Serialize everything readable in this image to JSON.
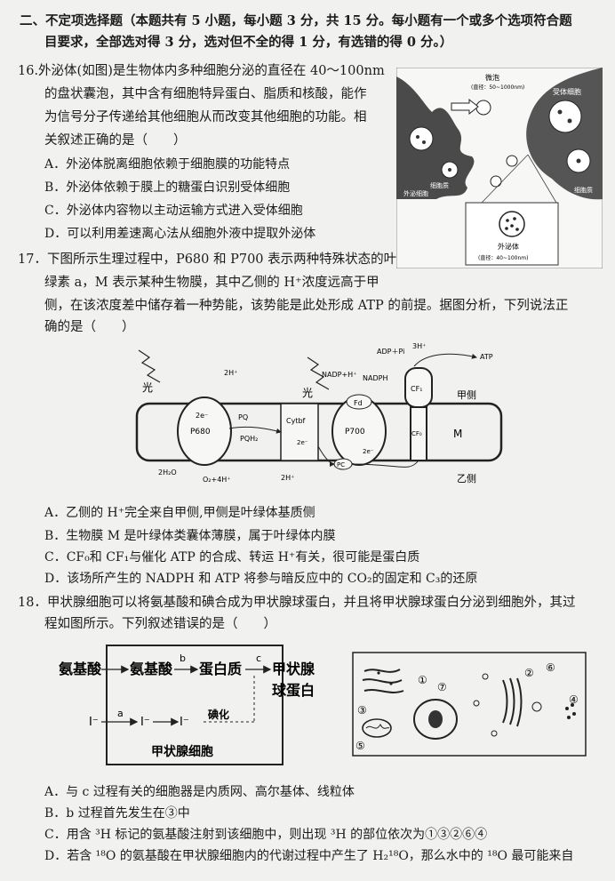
{
  "section": {
    "line1": "二、不定项选择题（本题共有 5 小题，每小题 3 分，共 15 分。每小题有一个或多个选项符合题",
    "line2": "目要求，全部选对得 3 分，选对但不全的得 1 分，有选错的得 0 分。）"
  },
  "q16": {
    "lines": [
      "16.外泌体(如图)是生物体内多种细胞分泌的直径在 40～100nm",
      "的盘状囊泡，其中含有细胞特异蛋白、脂质和核酸，能作",
      "为信号分子传递给其他细胞从而改变其他细胞的功能。相",
      "关叙述正确的是（　　）"
    ],
    "options": [
      "A．外泌体脱离细胞依赖于细胞膜的功能特点",
      "B．外泌体依赖于膜上的糖蛋白识别受体细胞",
      "C．外泌体内容物以主动运输方式进入受体细胞",
      "D．可以利用差速离心法从细胞外液中提取外泌体"
    ],
    "figure": {
      "vesicle_label": "微泡",
      "vesicle_size": "(直径：50~1000nm)",
      "receptor_label": "受体细胞",
      "cytoplasm_label": "细胞质",
      "cytoplasm_label2": "细胞质",
      "secreting_label": "外泌细胞",
      "exosome_label": "外泌体",
      "exosome_size": "(直径：40~100nm)"
    }
  },
  "q17": {
    "lines": [
      "17．下图所示生理过程中，P680 和 P700 表示两种特殊状态的叶",
      "绿素 a，M 表示某种生物膜，其中乙侧的 H⁺浓度远高于甲",
      "侧，在该浓度差中储存着一种势能，该势能是此处形成 ATP 的前提。据图分析，下列说法正",
      "确的是（　　）"
    ],
    "options": [
      "A．乙侧的 H⁺完全来自甲侧,甲侧是叶绿体基质侧",
      "B．生物膜 M 是叶绿体类囊体薄膜，属于叶绿体内膜",
      "C．CF₀和 CF₁与催化 ATP 的合成、转运 H⁺有关，很可能是蛋白质",
      "D．该场所产生的 NADPH 和 ATP 将参与暗反应中的 CO₂的固定和 C₃的还原"
    ],
    "figure": {
      "light1": "光",
      "light2": "光",
      "h2": "2H⁺",
      "e1": "2e⁻",
      "p680": "P680",
      "po": "PQ",
      "poh": "PQH₂",
      "cytbf": "Cytbf",
      "e2": "2e⁻",
      "nadp": "NADP+H⁺",
      "nadph": "NADPH",
      "fd": "Fd",
      "p700": "P700",
      "e3": "2e⁻",
      "pc": "PC",
      "adp": "ADP＋Pi",
      "h3": "3H⁺",
      "atp": "ATP",
      "cf1": "CF₁",
      "cf0": "CF₀",
      "jia": "甲侧",
      "m": "M",
      "yi": "乙侧",
      "h2o": "2H₂O",
      "o2": "O₂+4H⁺",
      "h2b": "2H⁺"
    }
  },
  "q18": {
    "lines": [
      "18．甲状腺细胞可以将氨基酸和碘合成为甲状腺球蛋白，并且将甲状腺球蛋白分泌到细胞外，其过",
      "程如图所示。下列叙述错误的是（　　）"
    ],
    "options": [
      "A．与 c 过程有关的细胞器是内质网、高尔基体、线粒体",
      "B．b 过程首先发生在③中",
      "C．用含 ³H 标记的氨基酸注射到该细胞中，则出现 ³H 的部位依次为①③②⑥④",
      "D．若含 ¹⁸O 的氨基酸在甲状腺细胞内的代谢过程中产生了 H₂¹⁸O，那么水中的 ¹⁸O 最可能来自"
    ],
    "figure": {
      "aa1": "氨基酸",
      "aa2": "氨基酸",
      "b": "b",
      "protein": "蛋白质",
      "c": "c",
      "tg1": "甲状腺",
      "tg2": "球蛋白",
      "i1": "I⁻",
      "a": "a",
      "i2": "I⁻",
      "i3": "I⁻",
      "iod": "碘化",
      "cell": "甲状腺细胞",
      "n1": "①",
      "n2": "②",
      "n3": "③",
      "n4": "④",
      "n5": "⑤",
      "n6": "⑥",
      "n7": "⑦"
    }
  }
}
